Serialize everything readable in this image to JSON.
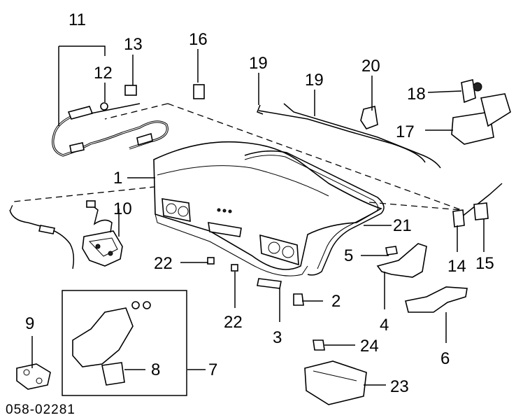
{
  "diagram_code": "058-02281",
  "callouts": {
    "c1": "1",
    "c2": "2",
    "c3": "3",
    "c4": "4",
    "c5": "5",
    "c6": "6",
    "c7": "7",
    "c8": "8",
    "c9": "9",
    "c10": "10",
    "c11": "11",
    "c12": "12",
    "c13": "13",
    "c14": "14",
    "c15": "15",
    "c16": "16",
    "c17": "17",
    "c18": "18",
    "c19a": "19",
    "c19b": "19",
    "c20": "20",
    "c21": "21",
    "c22a": "22",
    "c22b": "22",
    "c23": "23",
    "c24": "24"
  }
}
